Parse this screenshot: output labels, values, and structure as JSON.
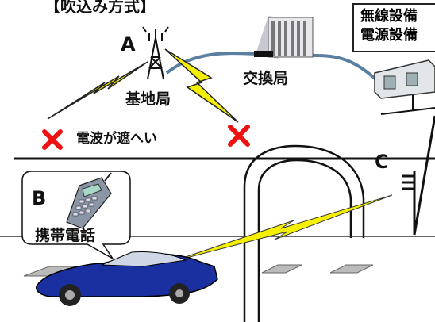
{
  "title": "【吹込み方式】",
  "labels": {
    "point_a": "A",
    "point_b": "B",
    "point_c": "C",
    "base_station": "基地局",
    "exchange": "交換局",
    "signal_blocked": "電波が遮へい",
    "mobile_phone": "携帯電話"
  },
  "equipment_box": {
    "line1": "無線設備",
    "line2": "電源設備"
  },
  "colors": {
    "lightning": "#f5f000",
    "cross": "#ee1111",
    "cable": "#5a7fa0",
    "car": "#1a2fa0"
  }
}
